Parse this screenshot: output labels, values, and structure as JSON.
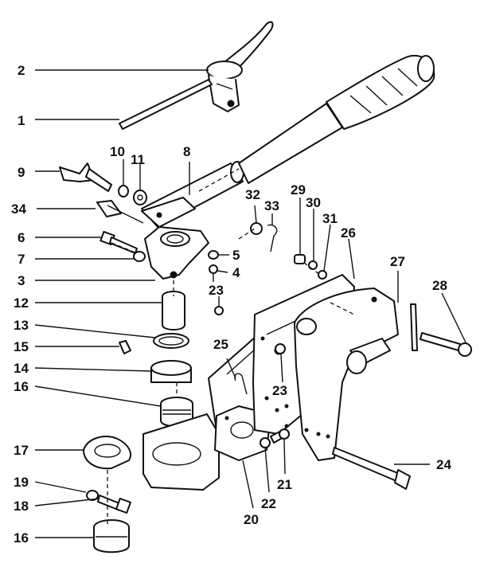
{
  "labels": {
    "p1": "1",
    "p2": "2",
    "p3": "3",
    "p4": "4",
    "p5": "5",
    "p6": "6",
    "p7": "7",
    "p8": "8",
    "p9": "9",
    "p10": "10",
    "p11": "11",
    "p12": "12",
    "p13": "13",
    "p14": "14",
    "p15": "15",
    "p16a": "16",
    "p16b": "16",
    "p17": "17",
    "p18": "18",
    "p19": "19",
    "p20": "20",
    "p21": "21",
    "p22": "22",
    "p23a": "23",
    "p23b": "23",
    "p24": "24",
    "p25": "25",
    "p26": "26",
    "p27": "27",
    "p28": "28",
    "p29": "29",
    "p30": "30",
    "p31": "31",
    "p32": "32",
    "p33": "33",
    "p34": "34"
  }
}
